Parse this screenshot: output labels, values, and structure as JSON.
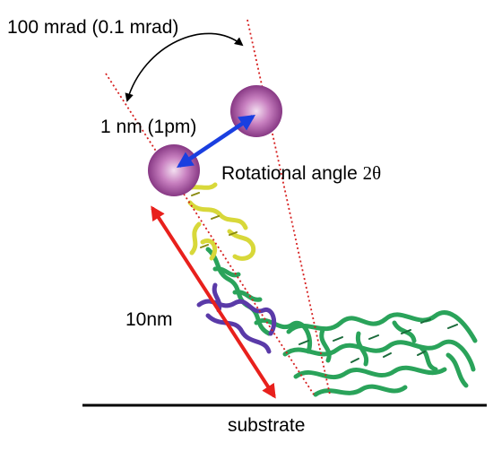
{
  "labels": {
    "angle_range": "100 mrad (0.1 mrad)",
    "displacement": "1 nm (1pm)",
    "rotation_prefix": "Rotational angle ",
    "rotation_symbol": "2θ",
    "length": "10nm",
    "substrate": "substrate"
  },
  "colors": {
    "dotted_lines": "#d62020",
    "length_arrow": "#e8201c",
    "displacement_arrow": "#1a3fe0",
    "bead_fill": "#b24fa8",
    "bead_highlight": "#f3dff0",
    "protein_yellow": "#d8d83a",
    "protein_green": "#2aa35a",
    "protein_purple": "#5a3aa8",
    "substrate_line": "#000000"
  },
  "icons": {
    "bead": "sphere-icon",
    "protein": "protein-ribbon-icon"
  }
}
